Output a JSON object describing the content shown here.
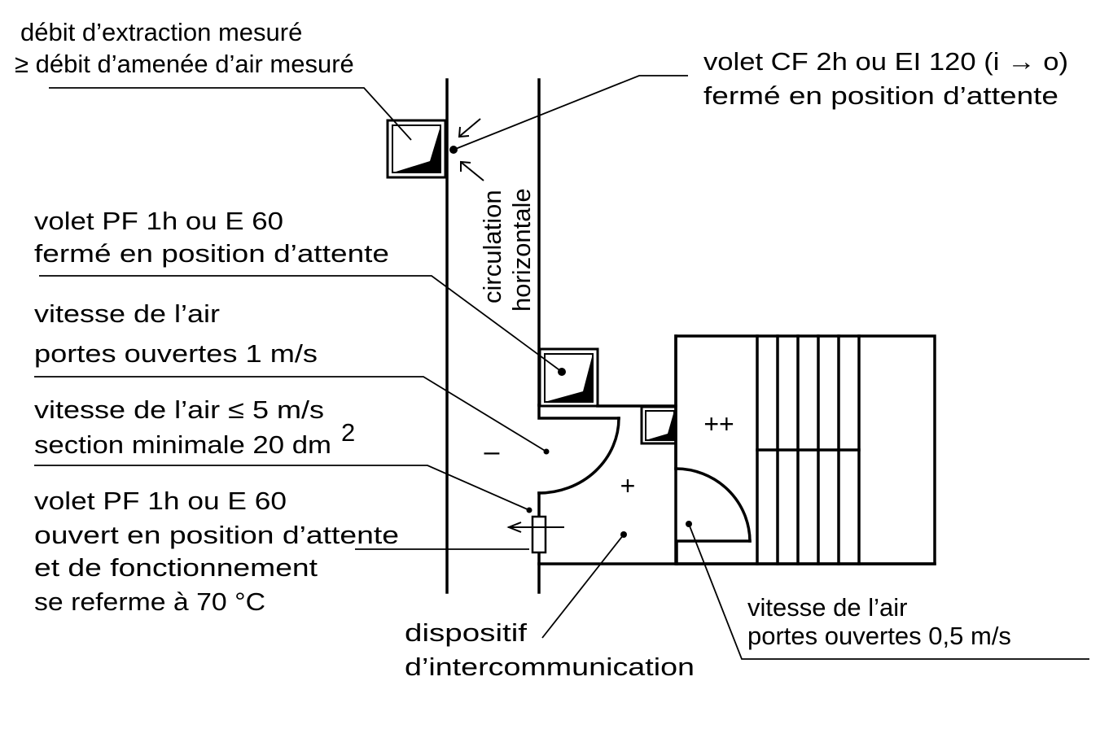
{
  "diagram": {
    "labels": {
      "extraction": [
        "débit d’extraction mesuré",
        "≥ débit d’amenée d’air mesuré"
      ],
      "volet_cf": [
        "volet CF 2h ou EI 120 (i → o)",
        "fermé en position d’attente"
      ],
      "circulation": [
        "circulation",
        "horizontale"
      ],
      "volet_pf_ferme": [
        "volet PF 1h ou E 60",
        "fermé en position d’attente"
      ],
      "vitesse_1": [
        "vitesse de l’air",
        "portes ouvertes 1 m/s"
      ],
      "vitesse_5": [
        "vitesse de l’air ≤ 5 m/s",
        "section minimale 20 dm",
        "2"
      ],
      "volet_pf_ouvert": [
        "volet PF 1h ou E 60",
        "ouvert en position d’attente",
        "et de fonctionnement",
        "se referme à 70 °C"
      ],
      "dispositif": [
        "dispositif",
        "d’intercommunication"
      ],
      "vitesse_05": [
        "vitesse de l’air",
        "portes ouvertes 0,5 m/s"
      ]
    },
    "pressure_marks": {
      "minus": "–",
      "plus": "+",
      "plus_plus": "++"
    }
  }
}
